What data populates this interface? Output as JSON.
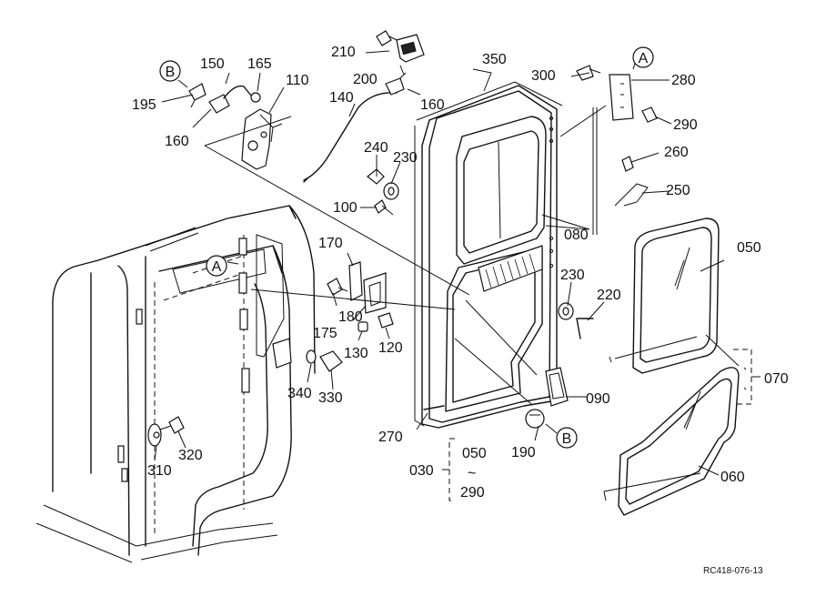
{
  "diagram": {
    "part_labels": {
      "p210": "210",
      "p350": "350",
      "p200": "200",
      "p160a": "160",
      "p300": "300",
      "p280": "280",
      "p290a": "290",
      "p150": "150",
      "p165": "165",
      "p110": "110",
      "p195": "195",
      "p160b": "160",
      "p140": "140",
      "p240": "240",
      "p230a": "230",
      "p100": "100",
      "p260": "260",
      "p250": "250",
      "p080": "080",
      "p050a": "050",
      "p170": "170",
      "p180": "180",
      "p175": "175",
      "p130": "130",
      "p120": "120",
      "p230b": "230",
      "p220": "220",
      "p340": "340",
      "p330": "330",
      "p070": "070",
      "p090": "090",
      "p270": "270",
      "p190": "190",
      "p320": "320",
      "p310": "310",
      "p030": "030",
      "p050b": "050",
      "range_sep": "~",
      "p290b": "290",
      "p060": "060"
    },
    "callouts": {
      "a_top": "A",
      "a_cab": "A",
      "b_top": "B",
      "b_door": "B"
    },
    "reference_code": "RC418-076-13"
  }
}
